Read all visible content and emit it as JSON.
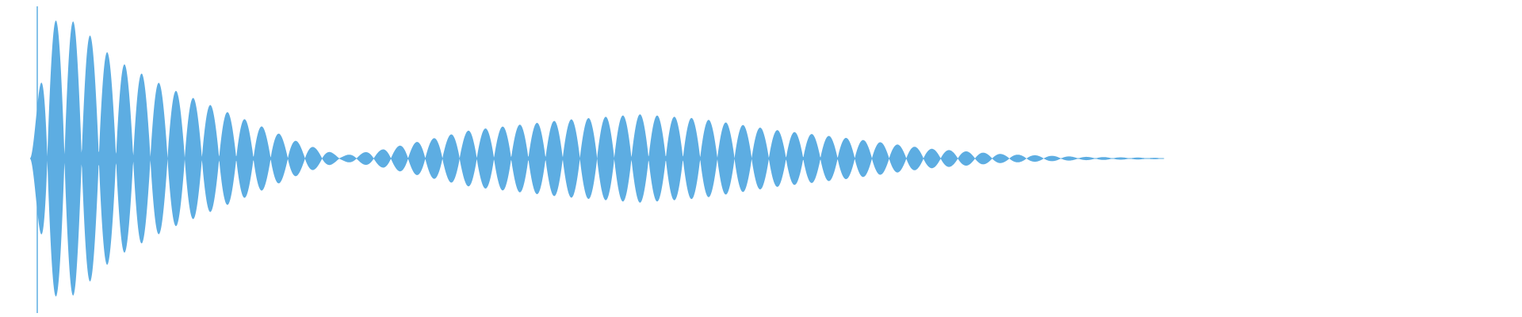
{
  "waveform": {
    "color": "#5dade2",
    "background": "#ffffff",
    "playhead_color": "#5dade2",
    "description_shape": "decaying beating tone",
    "envelope_nodes": [
      {
        "t": 0.0,
        "a": 0.03
      },
      {
        "t": 0.005,
        "a": 0.4
      },
      {
        "t": 0.012,
        "a": 0.97
      },
      {
        "t": 0.03,
        "a": 0.96
      },
      {
        "t": 0.055,
        "a": 0.7
      },
      {
        "t": 0.09,
        "a": 0.5
      },
      {
        "t": 0.14,
        "a": 0.28
      },
      {
        "t": 0.18,
        "a": 0.1
      },
      {
        "t": 0.205,
        "a": 0.02
      },
      {
        "t": 0.23,
        "a": 0.06
      },
      {
        "t": 0.29,
        "a": 0.2
      },
      {
        "t": 0.35,
        "a": 0.27
      },
      {
        "t": 0.4,
        "a": 0.31
      },
      {
        "t": 0.44,
        "a": 0.28
      },
      {
        "t": 0.49,
        "a": 0.2
      },
      {
        "t": 0.54,
        "a": 0.14
      },
      {
        "t": 0.59,
        "a": 0.07
      },
      {
        "t": 0.64,
        "a": 0.03
      },
      {
        "t": 0.69,
        "a": 0.012
      },
      {
        "t": 0.74,
        "a": 0.005
      },
      {
        "t": 0.745,
        "a": 0.0
      }
    ],
    "lobe_count": 66
  }
}
